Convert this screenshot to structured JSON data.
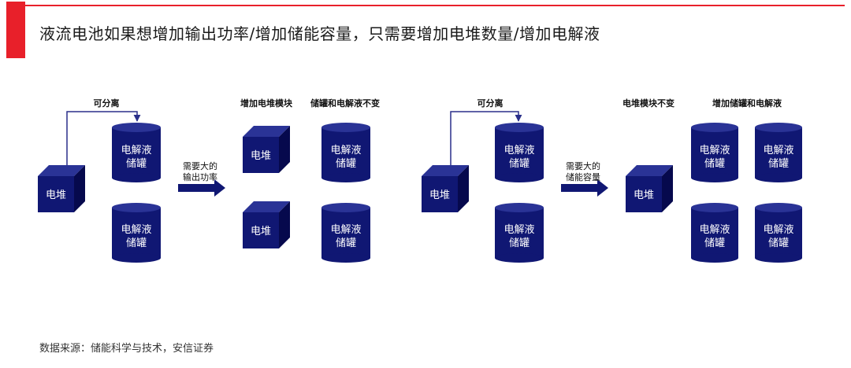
{
  "title": "液流电池如果想增加输出功率/增加储能容量，只需要增加电堆数量/增加电解液",
  "footer": "数据来源：储能科学与技术，安信证券",
  "colors": {
    "accent_red": "#e8202a",
    "shape_fill": "#101773",
    "shape_top": "#2a3396",
    "shape_side": "#06094d",
    "connector": "#2a2f8a"
  },
  "labels": {
    "separable": "可分离",
    "add_stack_module": "增加电堆模块",
    "tank_unchanged": "储罐和电解液不变",
    "stack_unchanged": "电堆模块不变",
    "add_tank_electrolyte": "增加储罐和电解液"
  },
  "shapes": {
    "stack": "电堆",
    "tank_line1": "电解液",
    "tank_line2": "储罐"
  },
  "arrows": {
    "power_line1": "需要大的",
    "power_line2": "输出功率",
    "capacity_line1": "需要大的",
    "capacity_line2": "储能容量"
  }
}
